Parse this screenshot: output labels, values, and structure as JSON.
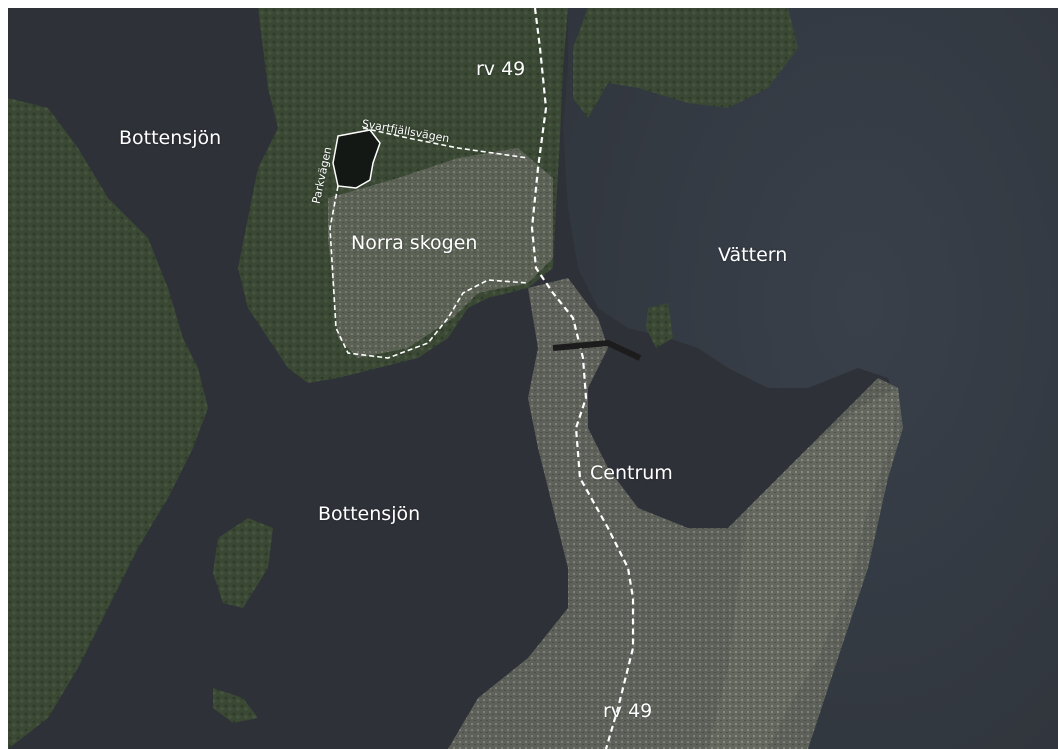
{
  "map": {
    "labels": {
      "bottensjon_north": "Bottensjön",
      "bottensjon_south": "Bottensjön",
      "norra_skogen": "Norra skogen",
      "vattern": "Vättern",
      "centrum": "Centrum",
      "rv49_north": "rv 49",
      "rv49_south": "rv 49",
      "svartfjallsvagen": "Svartfjällsvägen",
      "parkvagen": "Parkvägen"
    },
    "colors": {
      "lake_water": "#2e3138",
      "vattern_water": "#363c44",
      "forest": "#3b4a36",
      "forest_dark": "#2c3a2b",
      "urban": "#6c7066",
      "route_line": "#ffffff",
      "site_area": "#141814"
    },
    "style": {
      "route_dash": "dashed white line",
      "imagery": "satellite orthophoto"
    }
  }
}
